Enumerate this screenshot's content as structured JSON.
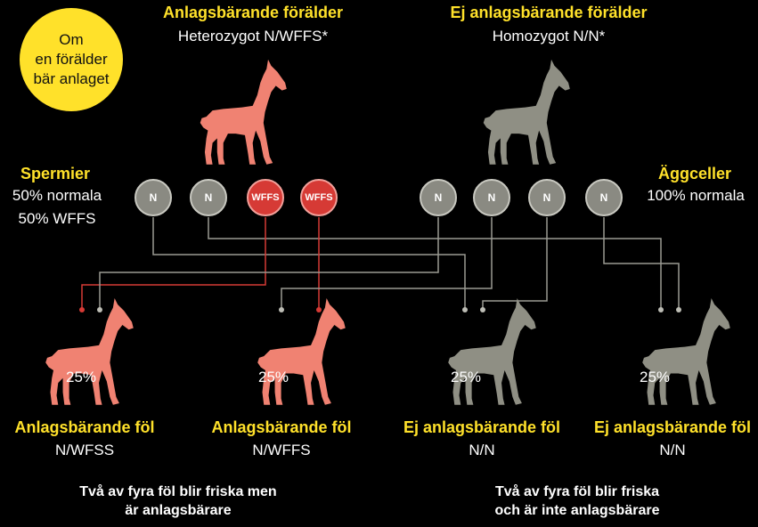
{
  "parents": {
    "carrier": {
      "title": "Anlagsbärande förälder",
      "genotype": "Heterozygot N/WFFS*"
    },
    "noncarrier": {
      "title": "Ej anlagsbärande förälder",
      "genotype": "Homozygot N/N*"
    }
  },
  "bubble": {
    "line1": "Om",
    "line2": "en förälder",
    "line3": "bär anlaget"
  },
  "sperm": {
    "title": "Spermier",
    "line1": "50% normala",
    "line2": "50% WFFS"
  },
  "eggs": {
    "title": "Äggceller",
    "line1": "100% normala"
  },
  "gametes": {
    "sperm": [
      "N",
      "N",
      "WFFS",
      "WFFS"
    ],
    "eggs": [
      "N",
      "N",
      "N",
      "N"
    ]
  },
  "foals": [
    {
      "percent": "25%",
      "label": "Anlagsbärande föl",
      "genotype": "N/WFSS"
    },
    {
      "percent": "25%",
      "label": "Anlagsbärande föl",
      "genotype": "N/WFFS"
    },
    {
      "percent": "25%",
      "label": "Ej anlagsbärande föl",
      "genotype": "N/N"
    },
    {
      "percent": "25%",
      "label": "Ej anlagsbärande föl",
      "genotype": "N/N"
    }
  ],
  "summary": {
    "left_line1": "Två av fyra föl blir friska men",
    "left_line2": "är anlagsbärare",
    "right_line1": "Två av fyra föl blir friska",
    "right_line2": "och är inte anlagsbärare"
  },
  "colors": {
    "carrier": "#f08272",
    "noncarrier": "#8f8f84",
    "accent": "#ffe12a",
    "wffs": "#d63a35"
  }
}
